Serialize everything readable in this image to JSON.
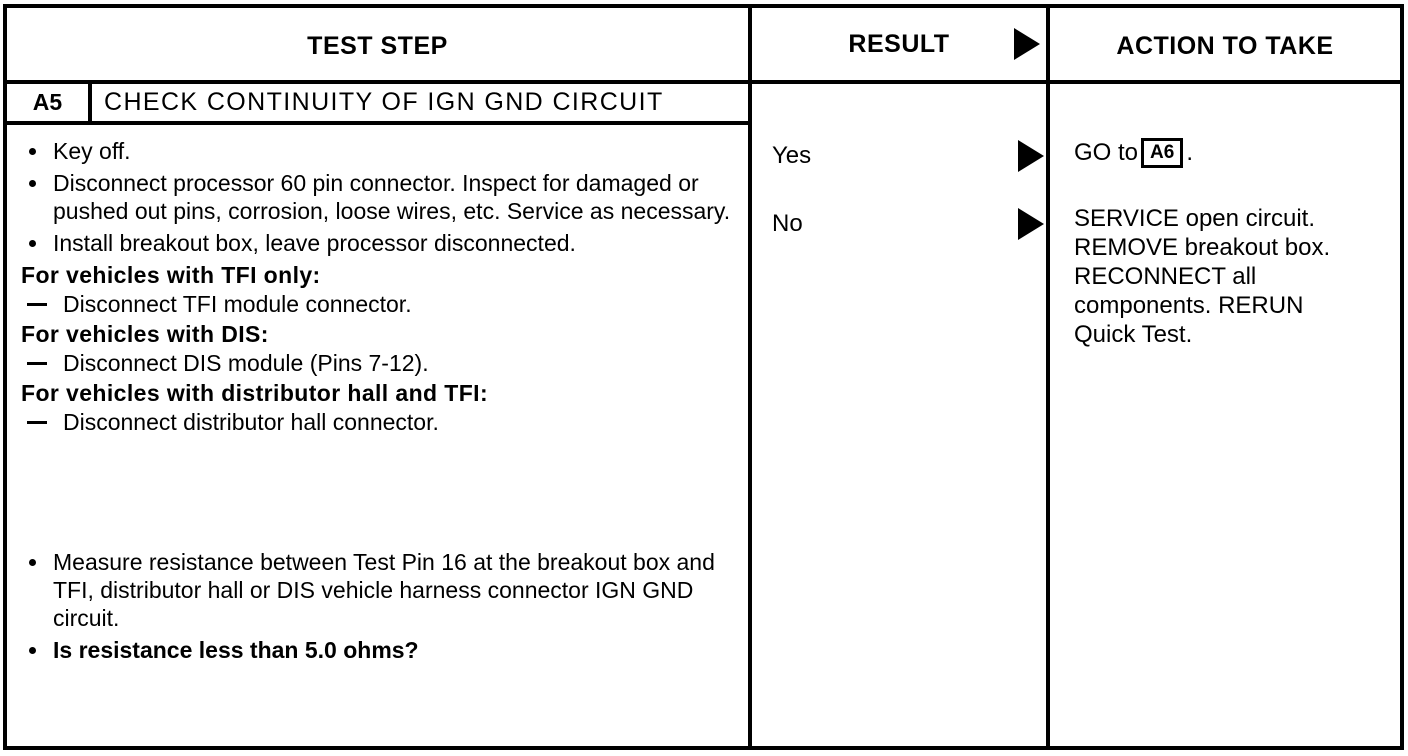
{
  "table": {
    "headers": {
      "test_step": "TEST STEP",
      "result": "RESULT",
      "action": "ACTION TO TAKE",
      "result_marker_icon": "triangle-right-icon"
    },
    "step": {
      "id": "A5",
      "title": "CHECK CONTINUITY OF IGN GND CIRCUIT",
      "items": [
        {
          "type": "bullet",
          "text": "Key off."
        },
        {
          "type": "bullet",
          "text": "Disconnect processor 60 pin connector. Inspect for damaged or pushed out pins, corrosion, loose wires, etc. Service as necessary."
        },
        {
          "type": "bullet",
          "text": "Install breakout box, leave processor disconnected."
        },
        {
          "type": "heading",
          "text": "For vehicles with TFI only:"
        },
        {
          "type": "dash",
          "text": "Disconnect TFI module connector."
        },
        {
          "type": "heading",
          "text": "For vehicles with DIS:"
        },
        {
          "type": "dash",
          "text": "Disconnect DIS module (Pins 7-12)."
        },
        {
          "type": "heading",
          "text": "For vehicles with distributor hall and TFI:"
        },
        {
          "type": "dash",
          "text": "Disconnect distributor hall connector."
        },
        {
          "type": "gap",
          "text": ""
        },
        {
          "type": "bullet",
          "text": "Measure resistance between Test Pin 16 at the breakout box and TFI, distributor hall or DIS vehicle harness connector IGN GND circuit."
        },
        {
          "type": "bullet-bold",
          "text": "Is resistance less than 5.0 ohms?"
        }
      ]
    },
    "results": [
      {
        "label": "Yes",
        "marker_icon": "triangle-right-icon"
      },
      {
        "label": "No",
        "marker_icon": "triangle-right-icon"
      }
    ],
    "actions": [
      {
        "lines": [
          {
            "prefix": "GO to",
            "boxed_ref": "A6",
            "suffix": "."
          }
        ]
      },
      {
        "lines": [
          {
            "prefix": "SERVICE open circuit.",
            "boxed_ref": "",
            "suffix": ""
          },
          {
            "prefix": "REMOVE breakout box.",
            "boxed_ref": "",
            "suffix": ""
          },
          {
            "prefix": "RECONNECT all",
            "boxed_ref": "",
            "suffix": ""
          },
          {
            "prefix": "components. RERUN",
            "boxed_ref": "",
            "suffix": ""
          },
          {
            "prefix": "Quick Test.",
            "boxed_ref": "",
            "suffix": ""
          }
        ]
      }
    ],
    "colors": {
      "ink": "#000000",
      "paper": "#ffffff"
    }
  }
}
